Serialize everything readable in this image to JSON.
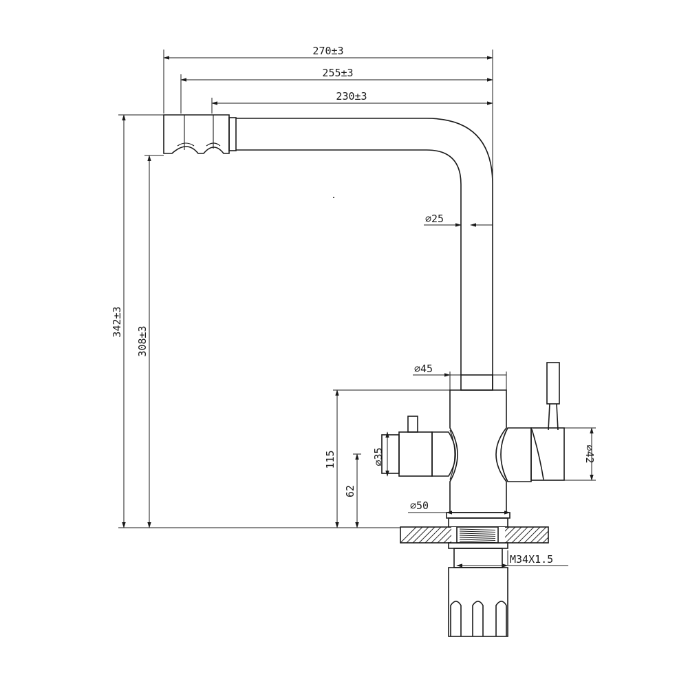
{
  "dimensions": {
    "width_total": "270±3",
    "width_mid": "255±3",
    "width_inner": "230±3",
    "spout_tube_diameter": "⌀25",
    "height_total": "342±3",
    "height_outlet": "308±3",
    "body_diameter": "⌀45",
    "body_height": "115",
    "left_handle_diameter": "⌀35",
    "handle_axis_height": "62",
    "right_handle_diameter": "⌀42",
    "base_diameter": "⌀50",
    "thread": "M34X1.5"
  },
  "colors": {
    "line": "#1a1a1a",
    "background": "#ffffff"
  }
}
